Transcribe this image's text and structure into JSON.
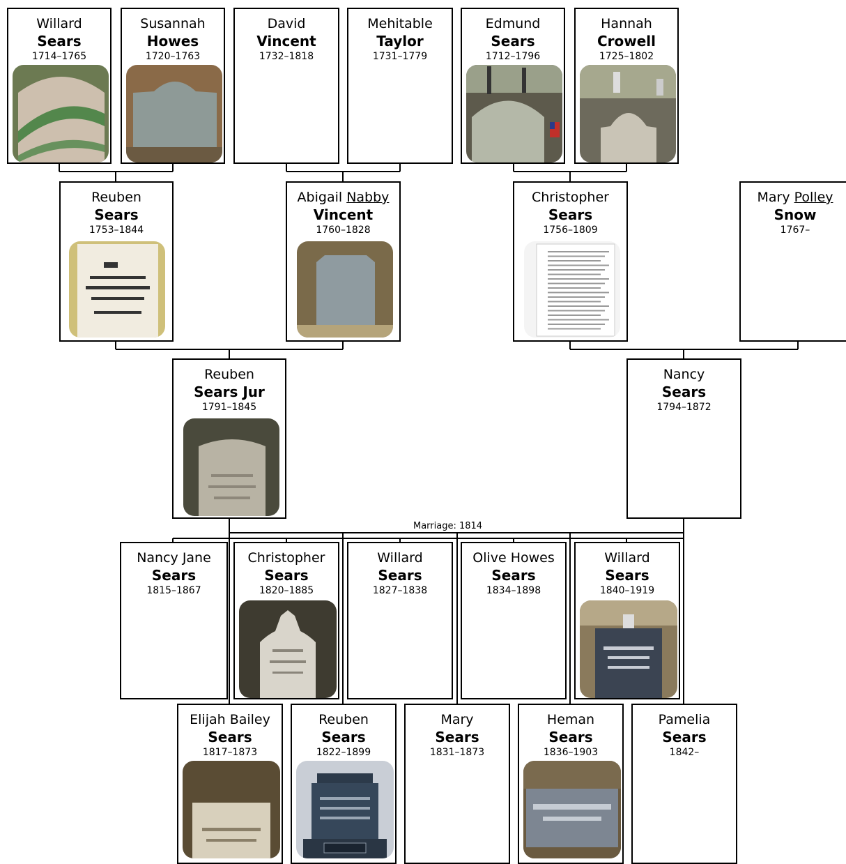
{
  "marriage_label": "Marriage: 1814",
  "people": [
    {
      "id": "willard-1714",
      "given": "Willard",
      "surname": "Sears",
      "dates": "1714–1765",
      "photo": "gravestone-green-lichen-icon"
    },
    {
      "id": "susannah-1720",
      "given": "Susannah",
      "surname": "Howes",
      "dates": "1720–1763",
      "photo": "gravestone-gray-slate-icon"
    },
    {
      "id": "david-1732",
      "given": "David",
      "surname": "Vincent",
      "dates": "1732–1818"
    },
    {
      "id": "mehitable-1731",
      "given": "Mehitable",
      "surname": "Taylor",
      "dates": "1731–1779"
    },
    {
      "id": "edmund-1712",
      "given": "Edmund",
      "surname": "Sears",
      "dates": "1712–1796",
      "photo": "gravestone-cemetery-flag-icon"
    },
    {
      "id": "hannah-1725",
      "given": "Hannah",
      "surname": "Crowell",
      "dates": "1725–1802",
      "photo": "gravestone-cemetery-icon"
    },
    {
      "id": "reuben-1753",
      "given": "Reuben",
      "surname": "Sears",
      "dates": "1753–1844",
      "photo": "gravestone-inscribed-white-icon"
    },
    {
      "id": "abigail-1760",
      "given": "Abigail",
      "nickname": "Nabby",
      "surname": "Vincent",
      "dates": "1760–1828",
      "photo": "gravestone-gray-tall-icon"
    },
    {
      "id": "christopher-1756",
      "given": "Christopher",
      "surname": "Sears",
      "dates": "1756–1809",
      "photo": "document-page-icon"
    },
    {
      "id": "mary-1767",
      "given": "Mary",
      "nickname": "Polley",
      "surname": "Snow",
      "dates": "1767–"
    },
    {
      "id": "reuben-1791",
      "given": "Reuben",
      "surname": "Sears Jur",
      "dates": "1791–1845",
      "photo": "gravestone-weathered-icon"
    },
    {
      "id": "nancy-1794",
      "given": "Nancy",
      "surname": "Sears",
      "dates": "1794–1872"
    },
    {
      "id": "nancyjane-1815",
      "given": "Nancy Jane",
      "surname": "Sears",
      "dates": "1815–1867"
    },
    {
      "id": "christopher-1820",
      "given": "Christopher",
      "surname": "Sears",
      "dates": "1820–1885",
      "photo": "gravestone-arched-white-icon"
    },
    {
      "id": "willard-1827",
      "given": "Willard",
      "surname": "Sears",
      "dates": "1827–1838"
    },
    {
      "id": "olive-1834",
      "given": "Olive Howes",
      "surname": "Sears",
      "dates": "1834–1898"
    },
    {
      "id": "willard-1840",
      "given": "Willard",
      "surname": "Sears",
      "dates": "1840–1919",
      "photo": "gravestone-dark-granite-icon"
    },
    {
      "id": "elijah-1817",
      "given": "Elijah Bailey",
      "surname": "Sears",
      "dates": "1817–1873",
      "photo": "gravestone-lichen-icon"
    },
    {
      "id": "reuben-1822",
      "given": "Reuben",
      "surname": "Sears",
      "dates": "1822–1899",
      "photo": "monument-dark-icon"
    },
    {
      "id": "mary-1831",
      "given": "Mary",
      "surname": "Sears",
      "dates": "1831–1873"
    },
    {
      "id": "heman-1836",
      "given": "Heman",
      "surname": "Sears",
      "dates": "1836–1903",
      "photo": "gravestone-flat-name-icon"
    },
    {
      "id": "pamelia-1842",
      "given": "Pamelia",
      "surname": "Sears",
      "dates": "1842–"
    }
  ]
}
